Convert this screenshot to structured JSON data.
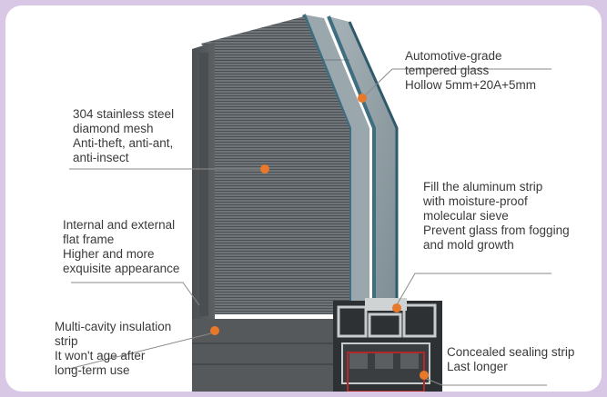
{
  "callouts": {
    "glass": {
      "lines": [
        "Automotive-grade",
        "tempered glass",
        "Hollow 5mm+20A+5mm"
      ]
    },
    "mesh": {
      "lines": [
        "304 stainless steel",
        "diamond mesh",
        "Anti-theft, anti-ant,",
        "anti-insect"
      ]
    },
    "spacer": {
      "lines": [
        "Fill the aluminum strip",
        "with moisture-proof",
        "molecular sieve",
        "Prevent glass from fogging",
        "and mold growth"
      ]
    },
    "frame": {
      "lines": [
        "Internal and external",
        "flat frame",
        "Higher and more",
        "exquisite appearance"
      ]
    },
    "insulation": {
      "lines": [
        "Multi-cavity insulation",
        "strip",
        "It won't age after",
        "long-term use"
      ]
    },
    "sealing": {
      "lines": [
        "Concealed sealing strip",
        "Last longer"
      ]
    }
  },
  "colors": {
    "page_border": "#d9c7e6",
    "background": "#ffffff",
    "frame": "#55595c",
    "glass": "#8f9da4",
    "glass_edge": "#3e6e80",
    "marker": "#e8782a",
    "sealing_box": "#b5282a",
    "text": "#3a3a3a"
  }
}
